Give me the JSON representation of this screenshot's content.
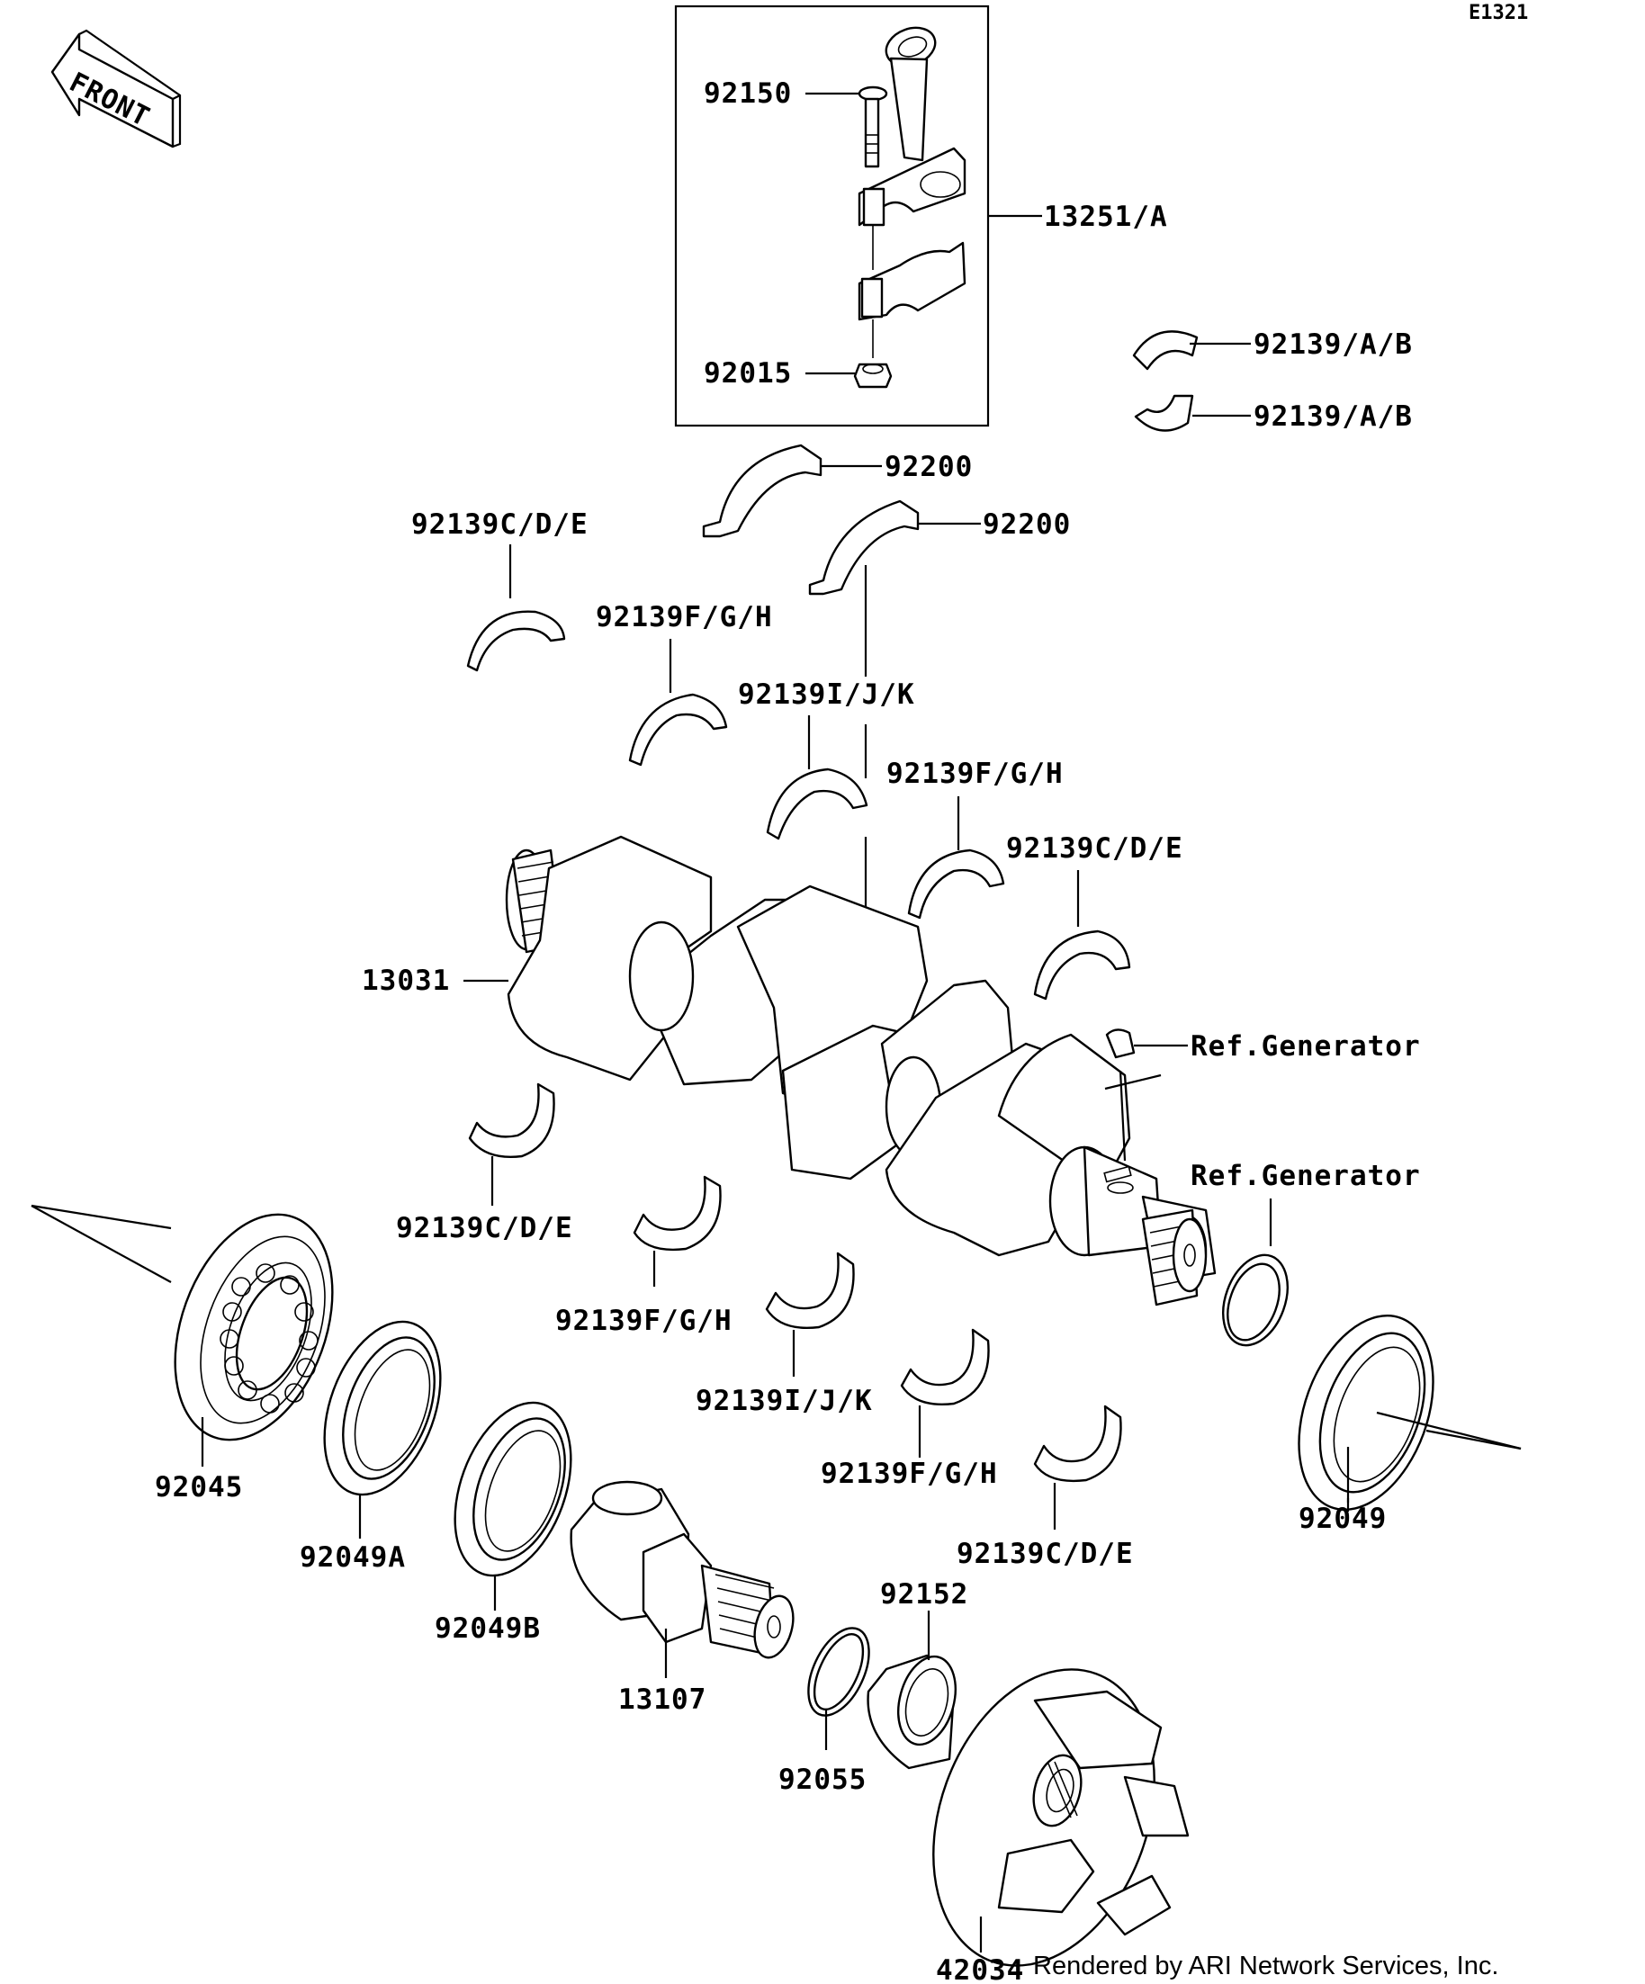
{
  "diagram_code": "E1321",
  "front_label": "FRONT",
  "credit": "Rendered by ARI Network Services, Inc.",
  "labels": {
    "p92150": "92150",
    "p13251": "13251/A",
    "p92015": "92015",
    "p92139ab_1": "92139/A/B",
    "p92139ab_2": "92139/A/B",
    "p92200_1": "92200",
    "p92200_2": "92200",
    "p92139cde_1": "92139C/D/E",
    "p92139fgh_1": "92139F/G/H",
    "p92139ijk_1": "92139I/J/K",
    "p92139fgh_2": "92139F/G/H",
    "p92139cde_2": "92139C/D/E",
    "p13031": "13031",
    "ref_gen_1": "Ref.Generator",
    "ref_gen_2": "Ref.Generator",
    "p92139cde_3": "92139C/D/E",
    "p92139fgh_3": "92139F/G/H",
    "p92139ijk_2": "92139I/J/K",
    "p92139fgh_4": "92139F/G/H",
    "p92139cde_4": "92139C/D/E",
    "p92045": "92045",
    "p92049a": "92049A",
    "p92049b": "92049B",
    "p13107": "13107",
    "p92152": "92152",
    "p92055": "92055",
    "p92049": "92049",
    "p42034": "42034"
  }
}
